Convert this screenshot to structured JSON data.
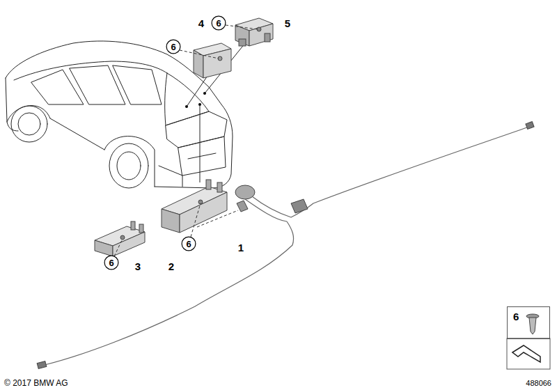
{
  "diagram": {
    "nodes": [
      {
        "text": [
          "6"
        ]
      },
      {
        "text": [
          "6"
        ]
      },
      {
        "text": [
          "6"
        ]
      },
      {
        "text": [
          "6"
        ]
      },
      {
        "text": [
          "6"
        ]
      }
    ],
    "labels": [
      "4",
      "5",
      "1",
      "3",
      "2",
      "© 2017 BMW AG",
      "488066"
    ]
  }
}
